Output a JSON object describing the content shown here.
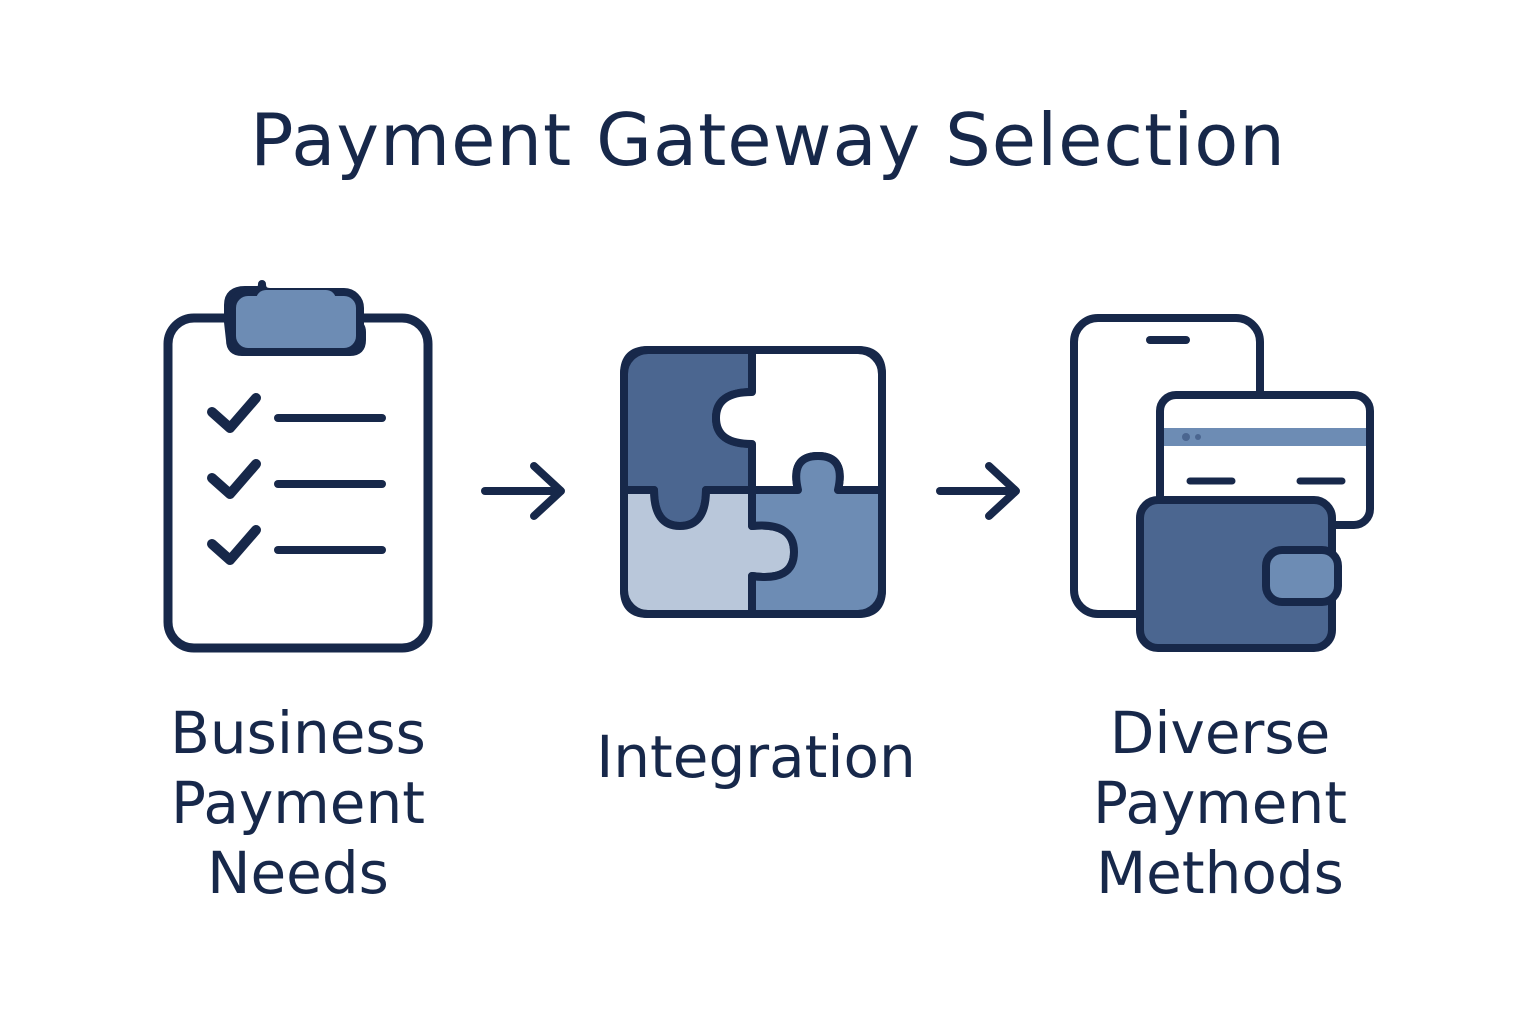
{
  "title": "Payment Gateway Selection",
  "colors": {
    "ink": "#17284a",
    "dark_blue": "#4b6690",
    "mid_blue": "#6d8cb4",
    "light_blue": "#b9c7da",
    "background": "#ffffff"
  },
  "steps": [
    {
      "icon": "clipboard-checklist-icon",
      "label_lines": [
        "Business",
        "Payment",
        "Needs"
      ]
    },
    {
      "icon": "puzzle-pieces-icon",
      "label_lines": [
        "Integration"
      ]
    },
    {
      "icon": "phone-card-wallet-icon",
      "label_lines": [
        "Diverse",
        "Payment",
        "Methods"
      ]
    }
  ],
  "connectors": [
    "arrow-right-icon",
    "arrow-right-icon"
  ]
}
